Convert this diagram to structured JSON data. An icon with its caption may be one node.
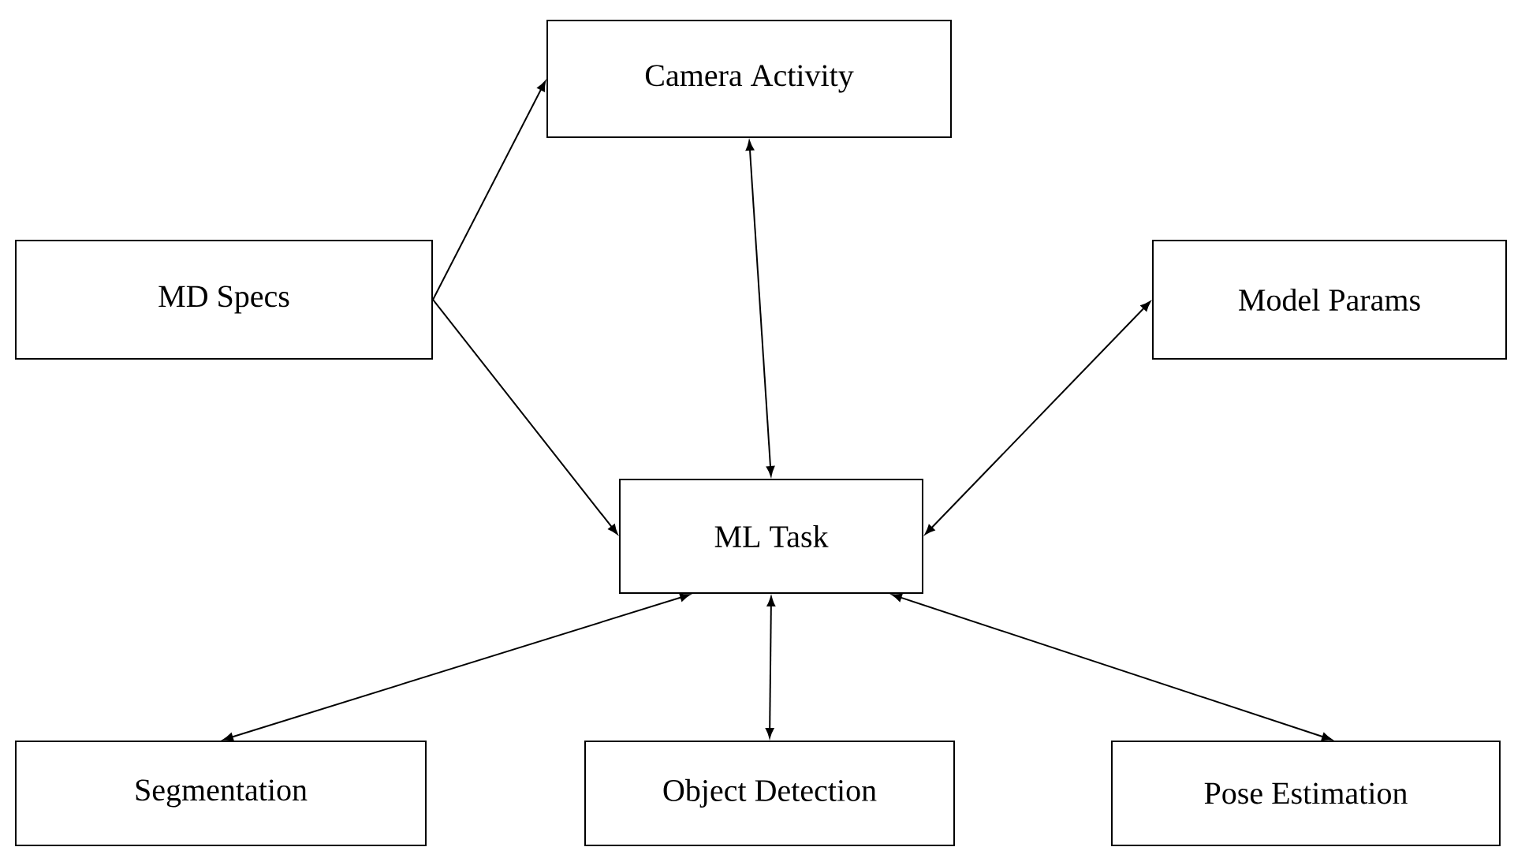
{
  "diagram": {
    "nodes": [
      {
        "text": [
          "Camera Activity"
        ]
      },
      {
        "text": [
          "MD Specs"
        ]
      },
      {
        "text": [
          "Model Params"
        ]
      },
      {
        "text": [
          "ML Task"
        ]
      },
      {
        "text": [
          "Segmentation"
        ]
      },
      {
        "text": [
          "Object Detection"
        ]
      },
      {
        "text": [
          "Pose Estimation"
        ]
      }
    ],
    "edges": [
      {
        "from": 1,
        "to": 0,
        "arrow": "to"
      },
      {
        "from": 1,
        "to": 3,
        "arrow": "to"
      },
      {
        "from": 0,
        "to": 3,
        "arrow": "both"
      },
      {
        "from": 2,
        "to": 3,
        "arrow": "both"
      },
      {
        "from": 3,
        "to": 4,
        "arrow": "both"
      },
      {
        "from": 3,
        "to": 5,
        "arrow": "both"
      },
      {
        "from": 3,
        "to": 6,
        "arrow": "both"
      }
    ]
  }
}
